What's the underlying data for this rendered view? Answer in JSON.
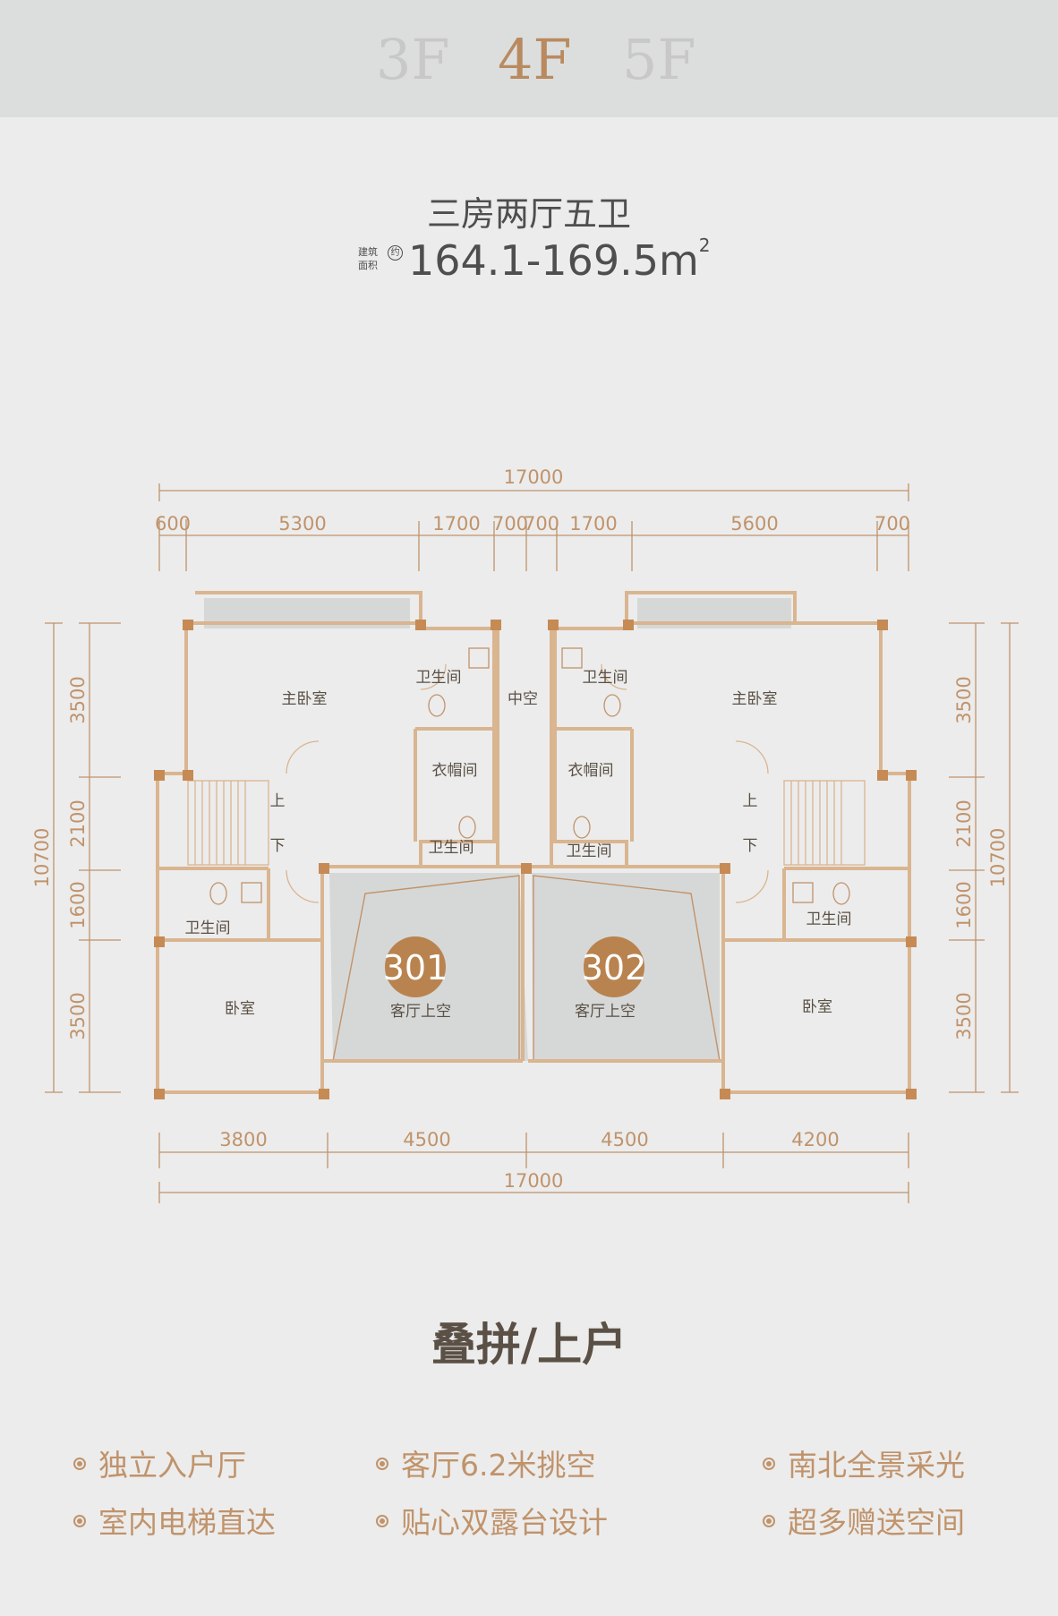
{
  "tabs": [
    {
      "label": "3F",
      "active": false
    },
    {
      "label": "4F",
      "active": true
    },
    {
      "label": "5F",
      "active": false
    }
  ],
  "title": "三房两厅五卫",
  "area": {
    "label_line1": "建筑",
    "label_line2": "面积",
    "approx": "约",
    "value": "164.1-169.5m",
    "unit_sup": "2"
  },
  "plan": {
    "top_total": "17000",
    "top_dims": [
      "600",
      "5300",
      "1700",
      "700",
      "700",
      "1700",
      "5600",
      "700"
    ],
    "bottom_dims": [
      "3800",
      "4500",
      "4500",
      "4200"
    ],
    "bottom_total": "17000",
    "left_dims": [
      "3500",
      "2100",
      "1600",
      "3500"
    ],
    "left_total": "10700",
    "right_dims": [
      "3500",
      "2100",
      "1600",
      "3500"
    ],
    "right_total": "10700",
    "rooms": {
      "master_left": "主卧室",
      "master_right": "主卧室",
      "void": "中空",
      "bath_ul": "卫生间",
      "bath_ur": "卫生间",
      "closet_l": "衣帽间",
      "closet_r": "衣帽间",
      "bath_ml": "卫生间",
      "bath_mr": "卫生间",
      "bath_ll": "卫生间",
      "bath_lr": "卫生间",
      "bed_l": "卧室",
      "bed_r": "卧室",
      "up_l": "上",
      "down_l": "下",
      "up_r": "上",
      "down_r": "下",
      "living_l": "客厅上空",
      "living_r": "客厅上空"
    },
    "units": [
      "301",
      "302"
    ],
    "colors": {
      "wall": "#d9b590",
      "column": "#c68a55",
      "shade": "#d6d8d7",
      "dim": "#c0936b",
      "badge": "#b9834f"
    }
  },
  "subtitle": "叠拼/上户",
  "features": [
    [
      "独立入户厅",
      "客厅6.2米挑空",
      "南北全景采光"
    ],
    [
      "室内电梯直达",
      "贴心双露台设计",
      "超多赠送空间"
    ]
  ]
}
